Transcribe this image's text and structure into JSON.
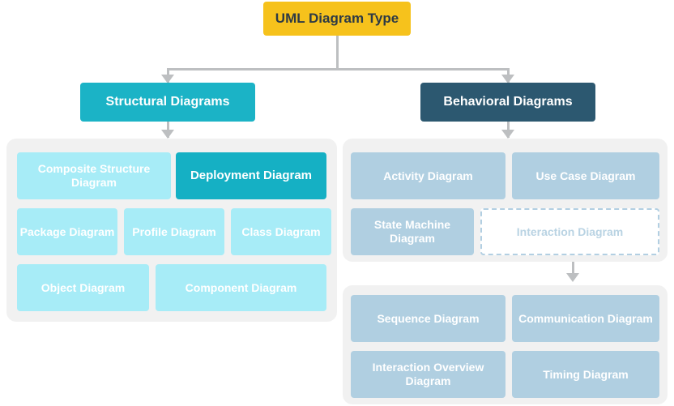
{
  "title": "UML Diagram Type",
  "root": {
    "label": "UML Diagram Type",
    "color": "#f6c21c",
    "text_color": "#2d3a45"
  },
  "branches": [
    {
      "id": "structural",
      "label": "Structural Diagrams",
      "color": "#1bb3c6"
    },
    {
      "id": "behavioral",
      "label": "Behavioral Diagrams",
      "color": "#2c5870"
    }
  ],
  "structural_panel": {
    "background": "#f1f1f1",
    "rows": [
      [
        {
          "label": "Composite Structure Diagram",
          "style": "light",
          "color": "#a7ecf7"
        },
        {
          "label": "Deployment Diagram",
          "style": "highlight",
          "color": "#15b0c4"
        }
      ],
      [
        {
          "label": "Package Diagram",
          "style": "light",
          "color": "#a7ecf7"
        },
        {
          "label": "Profile Diagram",
          "style": "light",
          "color": "#a7ecf7"
        },
        {
          "label": "Class Diagram",
          "style": "light",
          "color": "#a7ecf7"
        }
      ],
      [
        {
          "label": "Object Diagram",
          "style": "light",
          "color": "#a7ecf7"
        },
        {
          "label": "Component Diagram",
          "style": "light",
          "color": "#a7ecf7"
        }
      ]
    ]
  },
  "behavioral_panel": {
    "background": "#f1f1f1",
    "rows": [
      [
        {
          "label": "Activity Diagram",
          "style": "blue",
          "color": "#b0cfe1"
        },
        {
          "label": "Use Case Diagram",
          "style": "blue",
          "color": "#b0cfe1"
        }
      ],
      [
        {
          "label": "State Machine Diagram",
          "style": "blue",
          "color": "#b0cfe1"
        },
        {
          "label": "Interaction Diagram",
          "style": "dashed",
          "color": "#ffffff",
          "border_color": "#b2cfe2",
          "text_color": "#b9d3e3"
        }
      ]
    ]
  },
  "interaction_panel": {
    "background": "#f1f1f1",
    "rows": [
      [
        {
          "label": "Sequence Diagram",
          "style": "blue",
          "color": "#b0cfe1"
        },
        {
          "label": "Communication Diagram",
          "style": "blue",
          "color": "#b0cfe1"
        }
      ],
      [
        {
          "label": "Interaction Overview Diagram",
          "style": "blue",
          "color": "#b0cfe1"
        },
        {
          "label": "Timing Diagram",
          "style": "blue",
          "color": "#b0cfe1"
        }
      ]
    ]
  },
  "connector_color": "#bdbfc1"
}
